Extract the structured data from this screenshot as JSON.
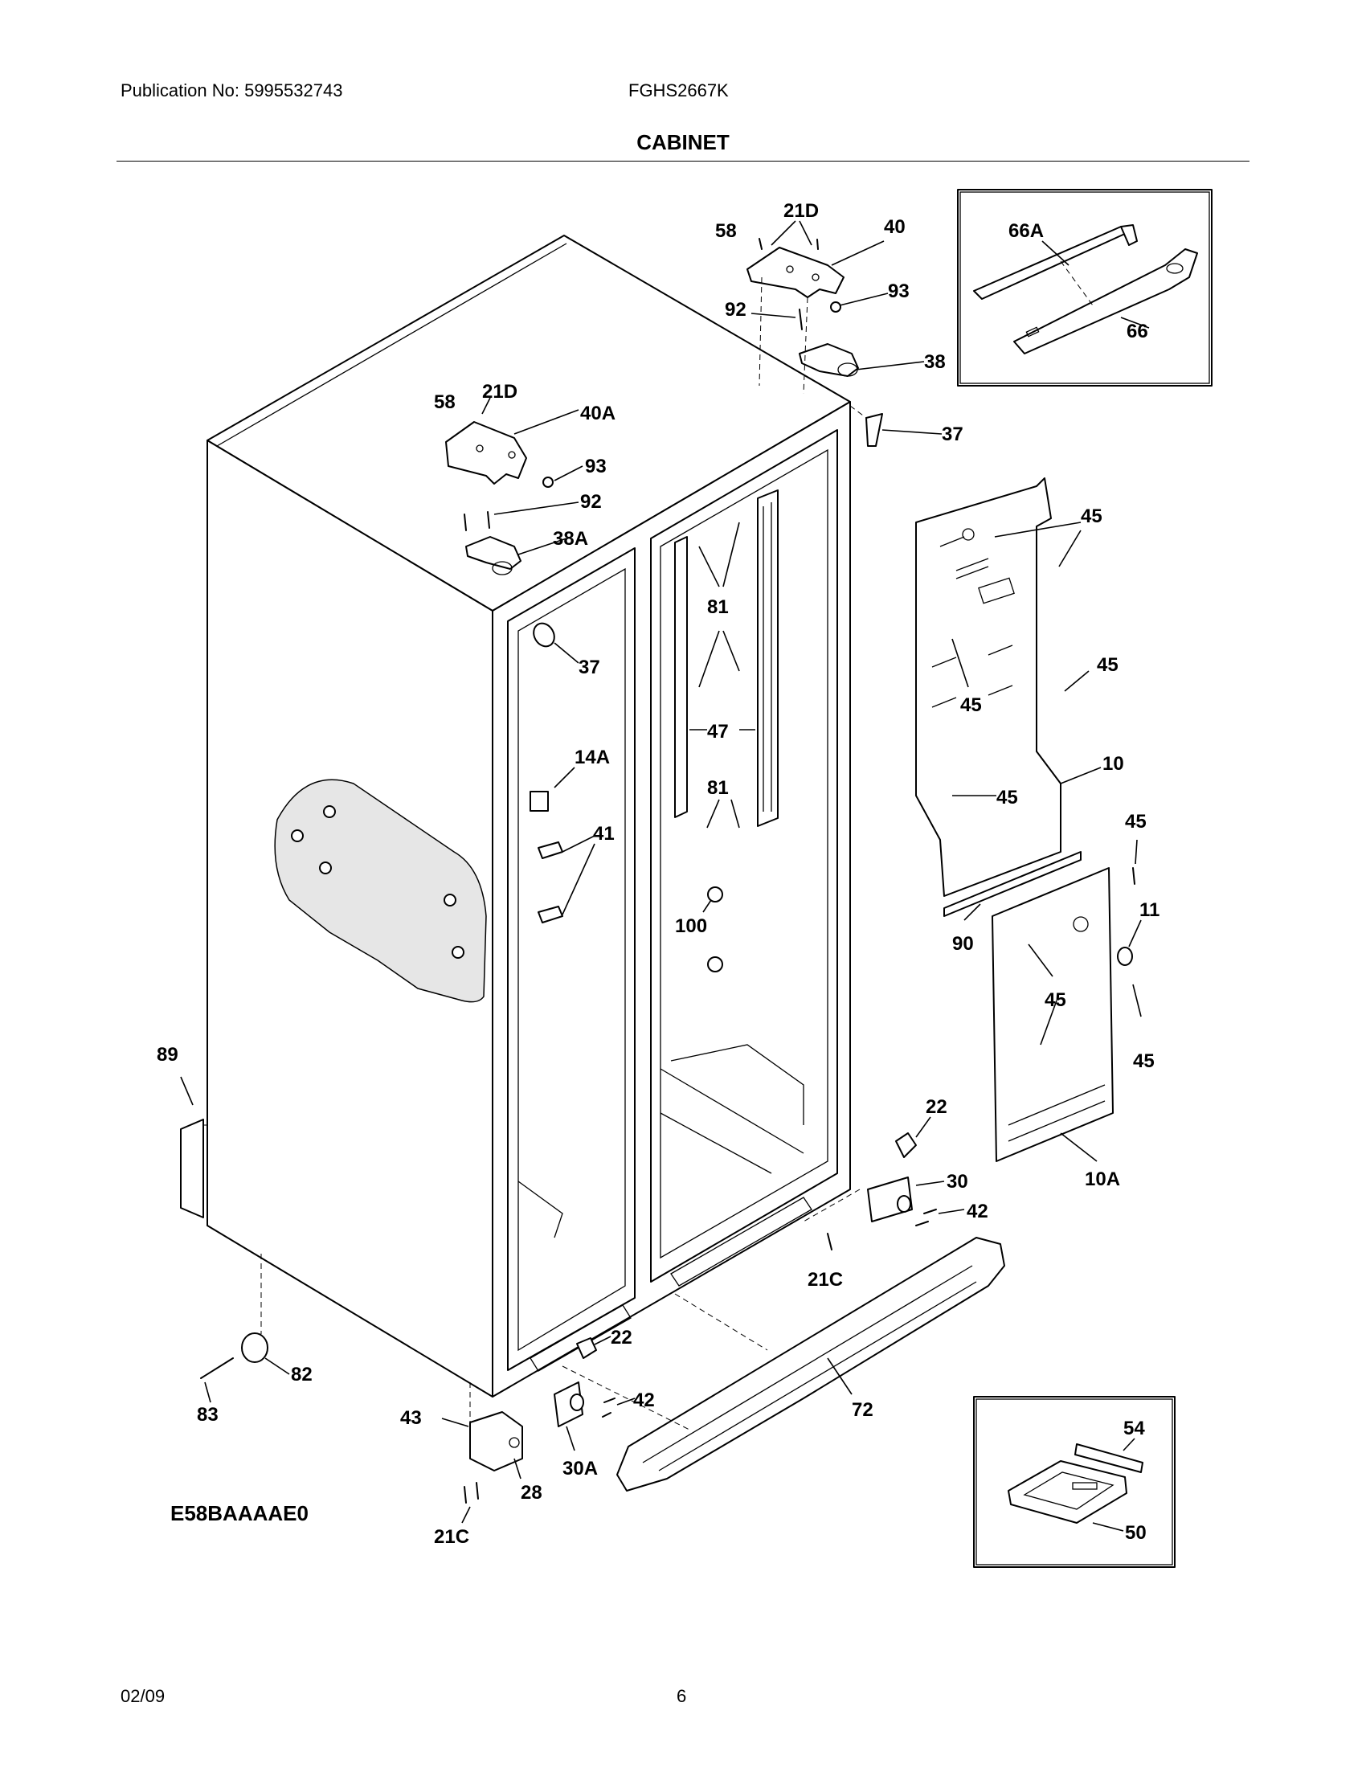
{
  "header": {
    "publication": "Publication No: 5995532743",
    "model": "FGHS2667K",
    "title": "CABINET"
  },
  "footer": {
    "date": "02/09",
    "page": "6"
  },
  "diagram": {
    "code": "E58BAAAAE0",
    "callouts": {
      "c58a": "58",
      "c21Da": "21D",
      "c40": "40",
      "c93a": "93",
      "c92a": "92",
      "c38": "38",
      "c37a": "37",
      "c58b": "58",
      "c21Db": "21D",
      "c40A": "40A",
      "c93b": "93",
      "c92b": "92",
      "c38A": "38A",
      "c37b": "37",
      "c81a": "81",
      "c81b": "81",
      "c47": "47",
      "c14A": "14A",
      "c41": "41",
      "c100": "100",
      "c66A": "66A",
      "c66": "66",
      "c45a": "45",
      "c45b": "45",
      "c45c": "45",
      "c45d": "45",
      "c45e": "45",
      "c45f": "45",
      "c45g": "45",
      "c10": "10",
      "c11": "11",
      "c90": "90",
      "c10A": "10A",
      "c89": "89",
      "c22a": "22",
      "c30": "30",
      "c42a": "42",
      "c21Ca": "21C",
      "c22b": "22",
      "c42b": "42",
      "c30A": "30A",
      "c72": "72",
      "c82": "82",
      "c83": "83",
      "c43": "43",
      "c28": "28",
      "c21Cb": "21C",
      "c54": "54",
      "c50": "50"
    }
  }
}
